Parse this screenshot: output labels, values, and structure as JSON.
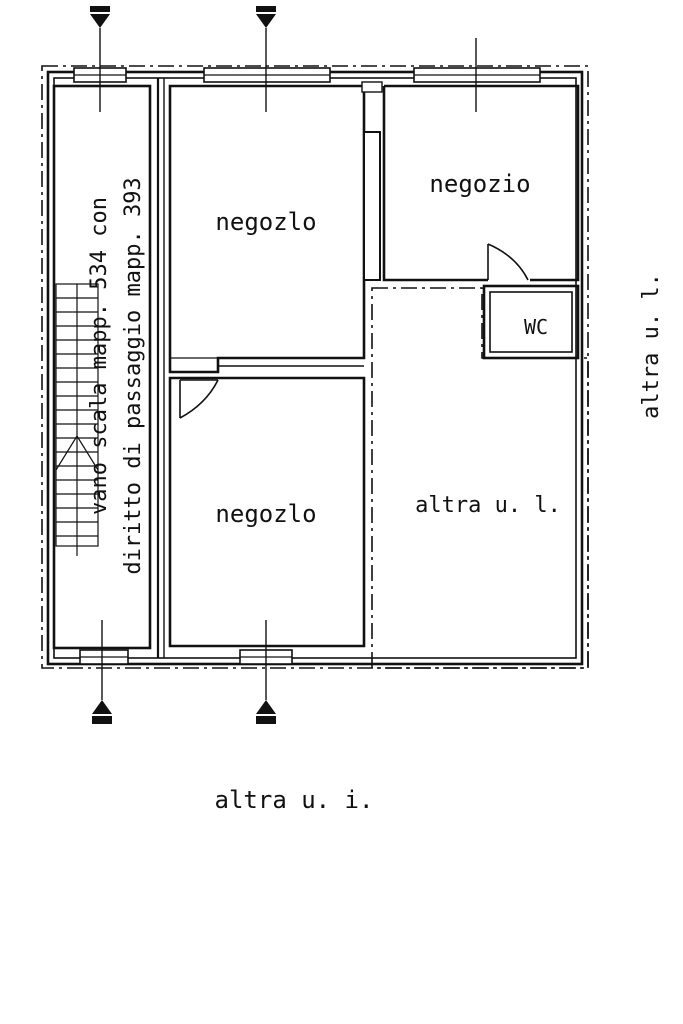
{
  "rooms": {
    "negozio_top_left": "negozlo",
    "negozio_top_right": "negozio",
    "negozio_bottom": "negozlo",
    "wc": "WC",
    "altra_inner": "altra u. l."
  },
  "stair_note": {
    "line1": "vano scala mapp. 534 con",
    "line2": "diritto di passaggio mapp. 393"
  },
  "neighbors": {
    "right": "altra u. l.",
    "bottom": "altra u. i."
  },
  "colors": {
    "ink": "#111111",
    "paper": "#ffffff"
  }
}
